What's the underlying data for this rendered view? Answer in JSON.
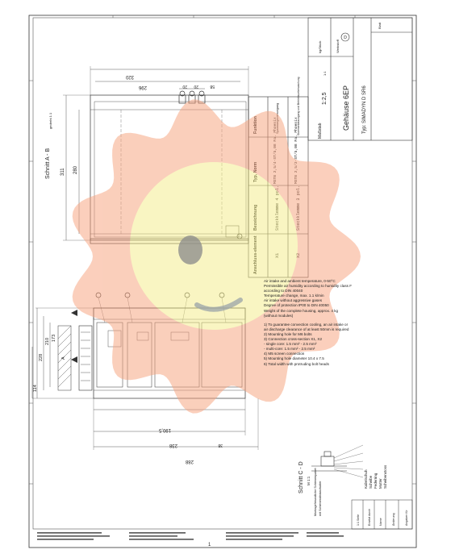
{
  "sheet": {
    "section_ab": "Schnitt A - B",
    "section_cd": "Schnitt C - D",
    "section_cd_scale": "M 1:1",
    "view_label": "gedreht 1:1",
    "section_cd_note_1": "Montagefreundliche Schienenpaket",
    "section_cd_note_2": "mit Schienendistanzhalter"
  },
  "dimensions": {
    "d320": "320",
    "d296": "296",
    "d20a": "20",
    "d20b": "20",
    "d58": "58",
    "d311": "311",
    "d280": "280",
    "d228": "228",
    "d210": "210",
    "d173": "173",
    "d114": "114",
    "d190": "190,5",
    "d238": "238",
    "d288": "288",
    "d38": "38"
  },
  "terminal_table": {
    "headers": [
      "Anschluss-element",
      "Bezeichnung",
      "Typ, Norm",
      "Funktion"
    ],
    "rows": [
      [
        "X1",
        "Steckklemme 4 pol.",
        "MSTB 2,5/4-ST/5,08 Fa. Phoenix",
        "Spannungsversorgung"
      ],
      [
        "X2",
        "Steckklemme 3 pol.",
        "MSTB 2,5/3-ST/5,08 Fa. Phoenix",
        "Stoermeldeausgang und Betriebsueberwachung"
      ]
    ]
  },
  "notes": {
    "bullets": [
      "Air intake and ambient temperature, 0-50°C",
      "Permissible air humidity according to humidity class F",
      "according to DIN 40040",
      "Temperature change, max. 1.1 k/min",
      "Air intake without aggressive gases",
      "Degree of protection IP00 to DIN 40050",
      "Weight of the complete housing, approx. 4 kg",
      "(without modules)"
    ],
    "numbered": [
      "1)   To guarantee convection cooling, an air intake or",
      "      air discharge clearance of at least 50mm is required",
      "2)   Mounting hole for M6 bolts",
      "3)   Connection cross-section X1, X2",
      "      - single core: 1.5 mm² - 2.5 mm²",
      "      - multi-core: 1.5 mm² - 2.5 mm²",
      "4)   M5 screen connection",
      "5)   Mounting hole diameter 10.4 x 7.5",
      "6)   Total width with protruding bolt heads"
    ]
  },
  "title_block": {
    "title": "Gehäuse 6EP",
    "type": "Typ: SIMADYN D SR6",
    "scale_label": "Maßstab",
    "scale": "1:2,5",
    "sheet": "1:1",
    "kg_label": "kg/Stück",
    "material_label": "Werkstoff",
    "blatt": "Blatt",
    "symbol": "D"
  },
  "legend_bolt": {
    "items": [
      "Kabelschuh",
      "Scheibe",
      "Federring",
      "Mutter",
      "Scheibenstoss"
    ]
  },
  "change_block": {
    "col1": "Angaben für",
    "col2": "Änderung",
    "col3": "Name",
    "col4": "Ersetzt durch",
    "col5": "1:1 Seite"
  },
  "footer": {
    "page_number": "1"
  },
  "overlay": {
    "sun_color": "#f7a07a",
    "face_color": "#f4ec86",
    "eye_color": "#8a8a8a"
  }
}
